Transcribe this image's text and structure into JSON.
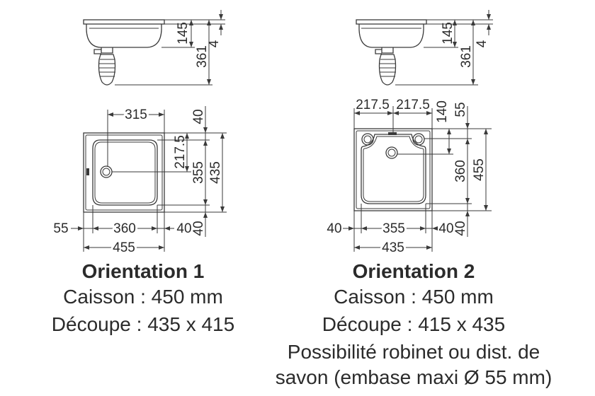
{
  "colors": {
    "line": "#3a3a3a",
    "text": "#2b2b2b",
    "background": "#ffffff"
  },
  "orientation_1": {
    "side_view": {
      "bowl_depth": "145",
      "total_height": "361",
      "rim_thickness": "4"
    },
    "plan_view": {
      "drain_to_edge": "315",
      "top_margin": "40",
      "drain_offset": "217.5",
      "bowl_depth": "355",
      "total_depth": "435",
      "bottom_margin": "40",
      "left_margin": "55",
      "bowl_width": "360",
      "right_margin": "40",
      "total_width": "455"
    },
    "caption": {
      "title": "Orientation 1",
      "caisson": "Caisson : 450 mm",
      "decoupe": "Découpe : 435 x 415"
    }
  },
  "orientation_2": {
    "side_view": {
      "bowl_depth": "145",
      "total_height": "361",
      "rim_thickness": "4"
    },
    "plan_view": {
      "left_half": "217.5",
      "right_half": "217.5",
      "drain_from_top": "140",
      "tap_from_top": "55",
      "bowl_depth": "360",
      "total_depth": "455",
      "left_margin": "40",
      "bowl_width": "355",
      "right_margin": "40",
      "bottom_margin": "40",
      "total_width": "435"
    },
    "caption": {
      "title": "Orientation 2",
      "caisson": "Caisson : 450 mm",
      "decoupe": "Découpe : 415 x 435",
      "note_line_1": "Possibilité robinet ou dist. de",
      "note_line_2": "savon (embase maxi Ø 55 mm)"
    }
  }
}
